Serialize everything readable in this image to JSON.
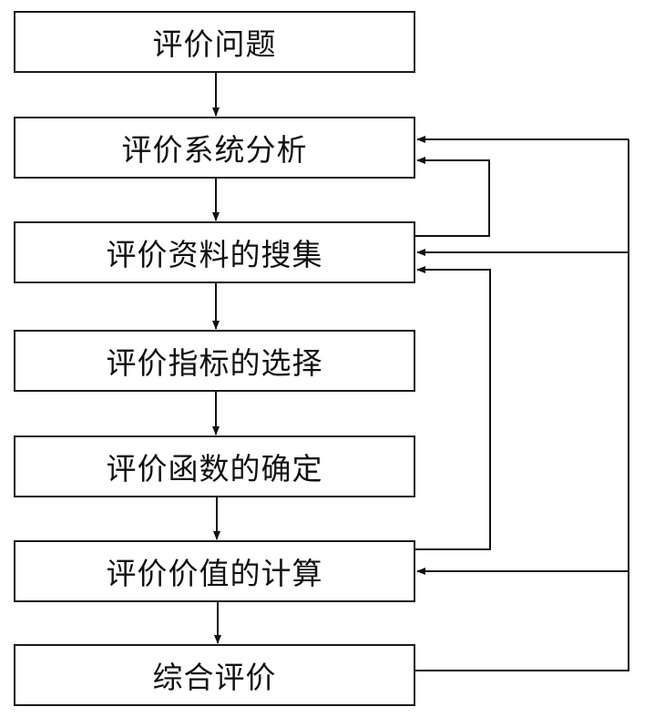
{
  "diagram": {
    "type": "flowchart",
    "nodes": [
      {
        "id": "n1",
        "label": "评价问题"
      },
      {
        "id": "n2",
        "label": "评价系统分析"
      },
      {
        "id": "n3",
        "label": "评价资料的搜集"
      },
      {
        "id": "n4",
        "label": "评价指标的选择"
      },
      {
        "id": "n5",
        "label": "评价函数的确定"
      },
      {
        "id": "n6",
        "label": "评价价值的计算"
      },
      {
        "id": "n7",
        "label": "综合评价"
      }
    ],
    "edges": [
      {
        "from": "n1",
        "to": "n2",
        "kind": "main"
      },
      {
        "from": "n2",
        "to": "n3",
        "kind": "main"
      },
      {
        "from": "n3",
        "to": "n4",
        "kind": "main"
      },
      {
        "from": "n4",
        "to": "n5",
        "kind": "main"
      },
      {
        "from": "n5",
        "to": "n6",
        "kind": "main"
      },
      {
        "from": "n6",
        "to": "n7",
        "kind": "main"
      },
      {
        "from": "n3",
        "to": "n2",
        "kind": "feedback"
      },
      {
        "from": "n6",
        "to": "n3",
        "kind": "feedback"
      },
      {
        "from": "n7",
        "to": "n2",
        "kind": "feedback"
      },
      {
        "from": "n7",
        "to": "n3",
        "kind": "feedback"
      },
      {
        "from": "n7",
        "to": "n6",
        "kind": "feedback"
      }
    ]
  }
}
